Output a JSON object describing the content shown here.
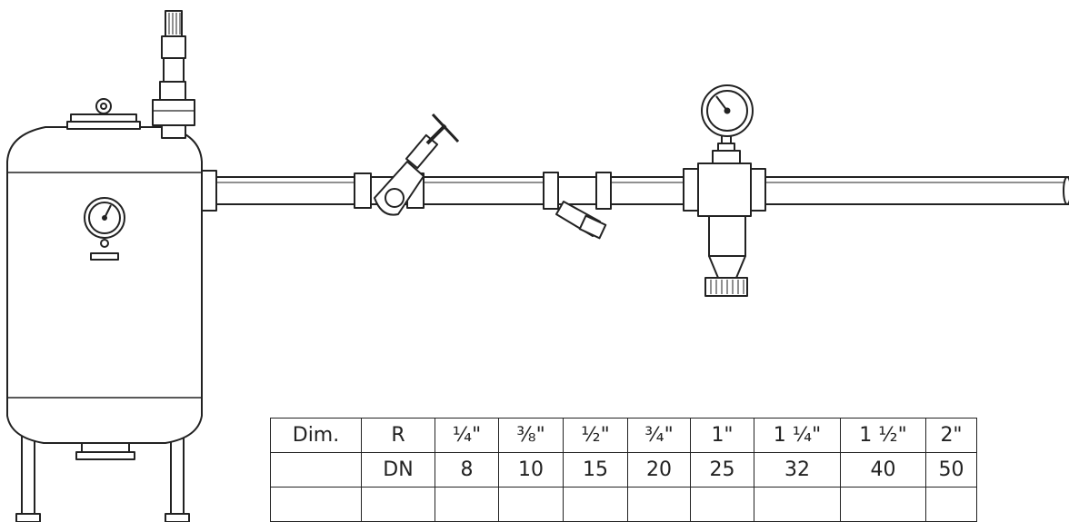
{
  "table": {
    "rows": [
      [
        "Dim.",
        "R",
        "¼\"",
        "⅜\"",
        "½\"",
        "¾\"",
        "1\"",
        "1 ¼\"",
        "1 ½\"",
        "2\""
      ],
      [
        "",
        "DN",
        "8",
        "10",
        "15",
        "20",
        "25",
        "32",
        "40",
        "50"
      ],
      [
        "",
        "",
        "",
        "",
        "",
        "",
        "",
        "",
        "",
        ""
      ]
    ]
  }
}
